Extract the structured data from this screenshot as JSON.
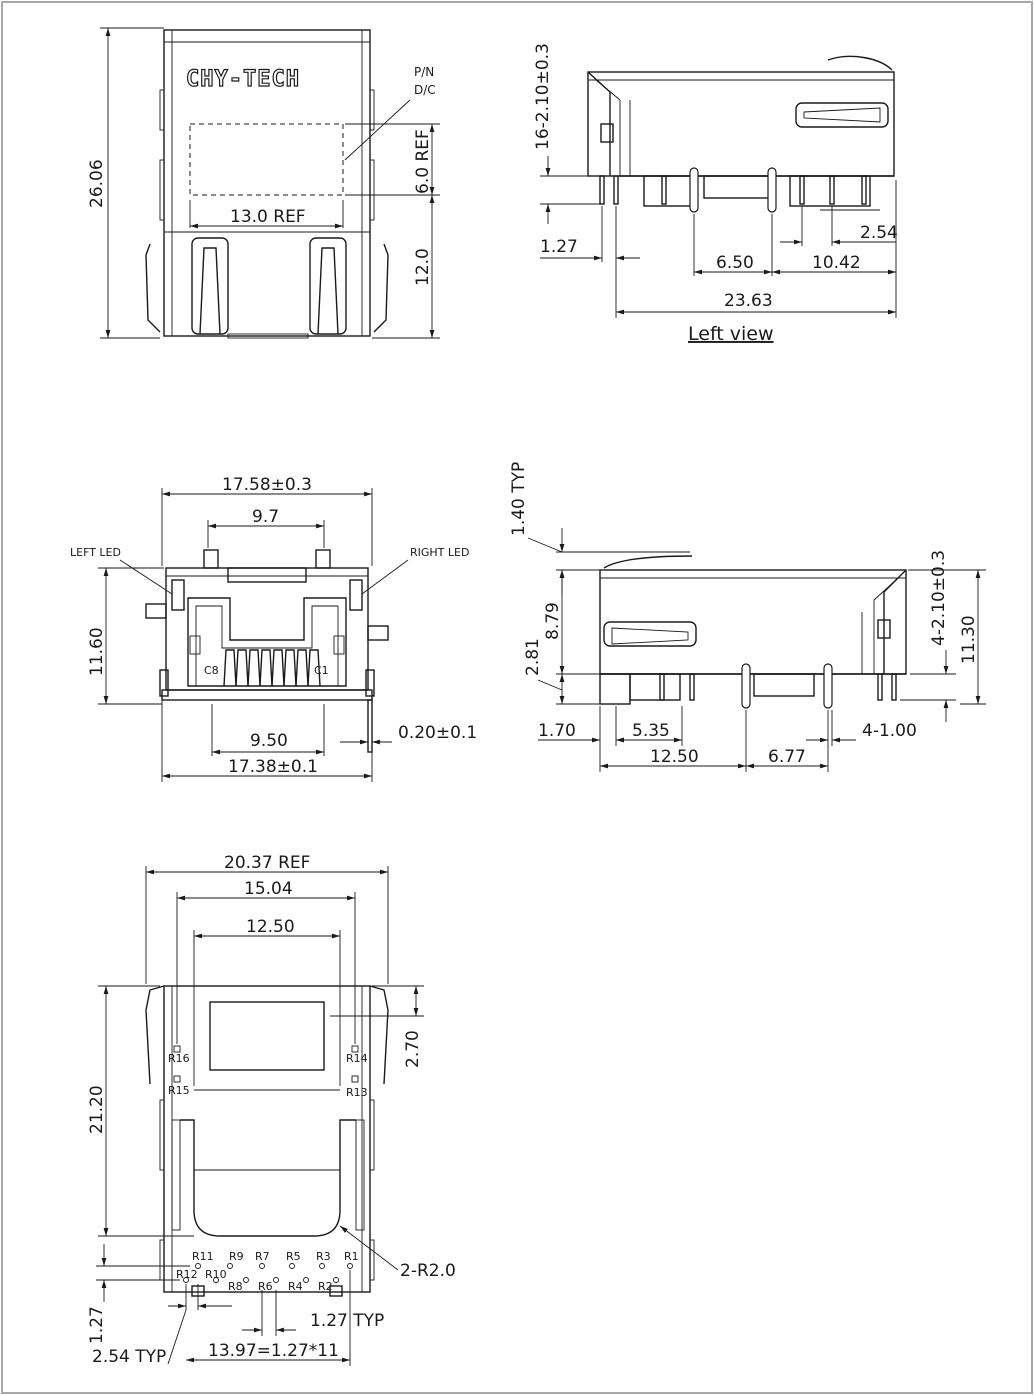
{
  "brand": "CHY-TECH",
  "view_title": "Left view",
  "top_view": {
    "pn": "P/N",
    "dc": "D/C",
    "dims": {
      "height": "26.06",
      "label_ref": "6.0 REF",
      "tab": "12.0",
      "width_ref": "13.0 REF"
    }
  },
  "left_view": {
    "dims": {
      "pin_len": "16-2.10±0.3",
      "pitch": "1.27",
      "a": "6.50",
      "b": "10.42",
      "c": "2.54",
      "total": "23.63"
    }
  },
  "front_view": {
    "left_led": "LEFT LED",
    "right_led": "RIGHT LED",
    "c8": "C8",
    "c1": "C1",
    "dims": {
      "top_width": "17.58±0.3",
      "inner": "9.7",
      "height": "11.60",
      "pins": "9.50",
      "thick": "0.20±0.1",
      "bottom_width": "17.38±0.1"
    }
  },
  "right_view": {
    "dims": {
      "typ": "1.40 TYP",
      "h1": "8.79",
      "h2": "2.81",
      "pin_len": "4-2.10±0.3",
      "height": "11.30",
      "a": "1.70",
      "b": "5.35",
      "c": "12.50",
      "d": "6.77",
      "e": "4-1.00"
    }
  },
  "bottom_view": {
    "dims": {
      "ref": "20.37 REF",
      "w1": "15.04",
      "w2": "12.50",
      "len": "21.20",
      "side": "2.70",
      "radius": "2-R2.0",
      "pitch_typ": "1.27 TYP",
      "left": "1.27",
      "typ": "2.54 TYP",
      "span": "13.97=1.27*11"
    },
    "refs": [
      "R16",
      "R15",
      "R14",
      "R13",
      "R11",
      "R9",
      "R7",
      "R5",
      "R3",
      "R1",
      "R12",
      "R10",
      "R8",
      "R6",
      "R4",
      "R2"
    ]
  }
}
